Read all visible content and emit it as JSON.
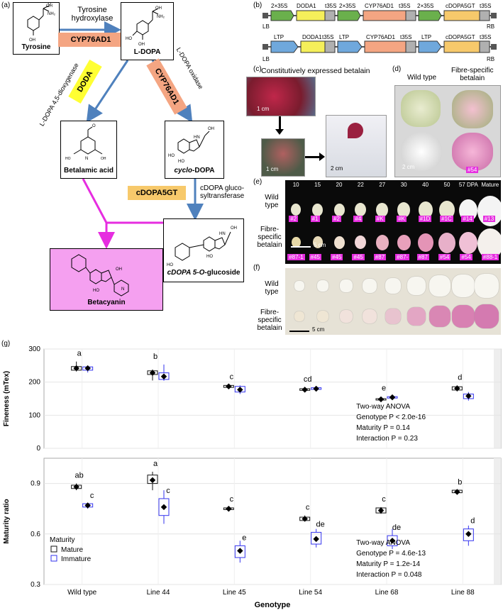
{
  "panels": {
    "a": "(a)",
    "b": "(b)",
    "c": "(c)",
    "d": "(d)",
    "e": "(e)",
    "f": "(f)",
    "g": "(g)"
  },
  "pathway": {
    "tyrosine": "Tyrosine",
    "ldopa": "L-DOPA",
    "betalamic": "Betalamic acid",
    "cyclo_a": "cyclo",
    "cyclo_b": "-DOPA",
    "glucoside_a": "cDOPA 5-",
    "glucoside_b": "O",
    "glucoside_c": "-glucoside",
    "betacyanin": "Betacyanin",
    "tyr_hydroxylase_1": "Tyrosine",
    "tyr_hydroxylase_2": "hydroxylase",
    "cyp_top": "CYP76AD1",
    "doda_enzyme": "DODA",
    "cyp_side": "CYP76AD1",
    "dioxygenase": "L-DOPA 4,5-dioxygenase",
    "oxidase": "L-DOPA oxidase",
    "cdopa5gt": "cDOPA5GT",
    "glucosyl_1": "cDOPA gluco-",
    "glucosyl_2": "syltransferase"
  },
  "constructs": {
    "row1": [
      "2×35S",
      "DODA1",
      "t35S",
      "2×35S",
      "CYP76AD1",
      "t35S",
      "2×35S",
      "cDOPA5GT",
      "t35S"
    ],
    "row2": [
      "LTP",
      "DODA1",
      "t35S",
      "LTP",
      "CYP76AD1",
      "t35S",
      "LTP",
      "cDOPA5GT",
      "t35S"
    ],
    "lb": "LB",
    "rb": "RB"
  },
  "panel_c": {
    "title": "Constitutively expressed betalain",
    "scale1": "1 cm",
    "scale2": "1 cm",
    "scale3": "2 cm"
  },
  "panel_d": {
    "wt": "Wild type",
    "fs_1": "Fibre-specific",
    "fs_2": "betalain",
    "scale": "2 cm",
    "tag": "#54"
  },
  "panel_e": {
    "dpa": [
      "10",
      "15",
      "20",
      "22",
      "27",
      "30",
      "40",
      "50",
      "57 DPA",
      "Mature"
    ],
    "wt_1": "Wild",
    "wt_2": "type",
    "fs_1": "Fibre-",
    "fs_2": "specific",
    "fs_3": "betalain",
    "wt_tags": [
      "#2",
      "#1",
      "#2",
      "#4",
      "#K",
      "#K",
      "#1D",
      "#1C",
      "#14",
      "#13"
    ],
    "fs_tags": [
      "#87-1",
      "#45",
      "#45",
      "#45",
      "#87",
      "#87-",
      "#87",
      "#54",
      "#54",
      "#88-1"
    ],
    "scale": "5 cm"
  },
  "panel_f": {
    "wt_1": "Wild",
    "wt_2": "type",
    "fs_1": "Fibre-",
    "fs_2": "specific",
    "fs_3": "betalain",
    "scale": "5 cm"
  },
  "colors": {
    "mature": "#111111",
    "immature": "#3333ee",
    "pathway_arrow": "#4f81bd",
    "magenta": "#e62de0",
    "cyp": "#f4a582",
    "doda": "#ffff33",
    "gt": "#f7c96b"
  },
  "chart_data": [
    {
      "type": "box",
      "ylabel": "Fineness (mTex)",
      "ylim": [
        0,
        300
      ],
      "yticks": [
        0,
        100,
        200,
        300
      ],
      "categories": [
        "Wild type",
        "Line 44",
        "Line 45",
        "Line 54",
        "Line 68",
        "Line 88"
      ],
      "series": [
        {
          "name": "Mature",
          "means": [
            242,
            228,
            187,
            177,
            148,
            181
          ],
          "q1": [
            236,
            223,
            184,
            175,
            146,
            176
          ],
          "q3": [
            247,
            234,
            190,
            180,
            150,
            186
          ],
          "min": [
            232,
            205,
            182,
            173,
            145,
            172
          ],
          "max": [
            262,
            238,
            192,
            181,
            151,
            190
          ]
        },
        {
          "name": "Immature",
          "means": [
            242,
            217,
            177,
            180,
            154,
            158
          ],
          "q1": [
            236,
            208,
            170,
            178,
            152,
            150
          ],
          "q3": [
            246,
            228,
            187,
            183,
            156,
            164
          ],
          "min": [
            229,
            204,
            164,
            176,
            150,
            144
          ],
          "max": [
            247,
            253,
            190,
            184,
            157,
            170
          ]
        }
      ],
      "letters": {
        "Mature": [
          "a",
          "b",
          "c",
          "cd",
          "e",
          "d"
        ]
      },
      "annotation": [
        "Two-way ANOVA",
        "Genotype P < 2.0e-16",
        "Maturity P = 0.14",
        "Interaction P = 0.23"
      ]
    },
    {
      "type": "box",
      "ylabel": "Maturity ratio",
      "ylim": [
        0.3,
        1.05
      ],
      "yticks": [
        0.3,
        0.6,
        0.9
      ],
      "categories": [
        "Wild type",
        "Line 44",
        "Line 45",
        "Line 54",
        "Line 68",
        "Line 88"
      ],
      "series": [
        {
          "name": "Mature",
          "means": [
            0.88,
            0.92,
            0.75,
            0.69,
            0.74,
            0.85
          ],
          "q1": [
            0.87,
            0.9,
            0.745,
            0.68,
            0.725,
            0.845
          ],
          "q3": [
            0.89,
            0.95,
            0.755,
            0.7,
            0.755,
            0.86
          ],
          "min": [
            0.86,
            0.86,
            0.74,
            0.68,
            0.72,
            0.84
          ],
          "max": [
            0.9,
            0.97,
            0.76,
            0.71,
            0.76,
            0.86
          ]
        },
        {
          "name": "Immature",
          "means": [
            0.77,
            0.76,
            0.5,
            0.57,
            0.56,
            0.6
          ],
          "q1": [
            0.76,
            0.71,
            0.46,
            0.54,
            0.53,
            0.56
          ],
          "q3": [
            0.78,
            0.81,
            0.53,
            0.61,
            0.59,
            0.63
          ],
          "min": [
            0.75,
            0.66,
            0.43,
            0.52,
            0.51,
            0.53
          ],
          "max": [
            0.78,
            0.86,
            0.56,
            0.63,
            0.63,
            0.65
          ]
        }
      ],
      "letters": {
        "Mature": [
          "ab",
          "a",
          "c",
          "c",
          "c",
          "b"
        ],
        "Immature": [
          "c",
          "c",
          "e",
          "de",
          "de",
          "d"
        ]
      },
      "annotation": [
        "Two-way ANOVA",
        "Genotype P = 4.6e-13",
        "Maturity P = 1.2e-14",
        "Interaction P = 0.048"
      ]
    }
  ],
  "legend": {
    "title": "Maturity",
    "items": [
      "Mature",
      "Immature"
    ]
  },
  "xlabel": "Genotype"
}
